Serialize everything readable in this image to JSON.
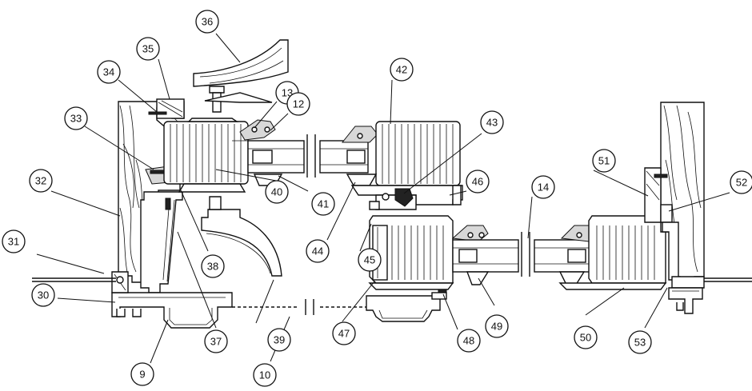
{
  "callouts": [
    "36",
    "35",
    "34",
    "13",
    "12",
    "42",
    "43",
    "33",
    "51",
    "46",
    "52",
    "32",
    "14",
    "40",
    "41",
    "44",
    "31",
    "45",
    "38",
    "30",
    "37",
    "39",
    "47",
    "49",
    "50",
    "53",
    "48",
    "9",
    "10"
  ]
}
